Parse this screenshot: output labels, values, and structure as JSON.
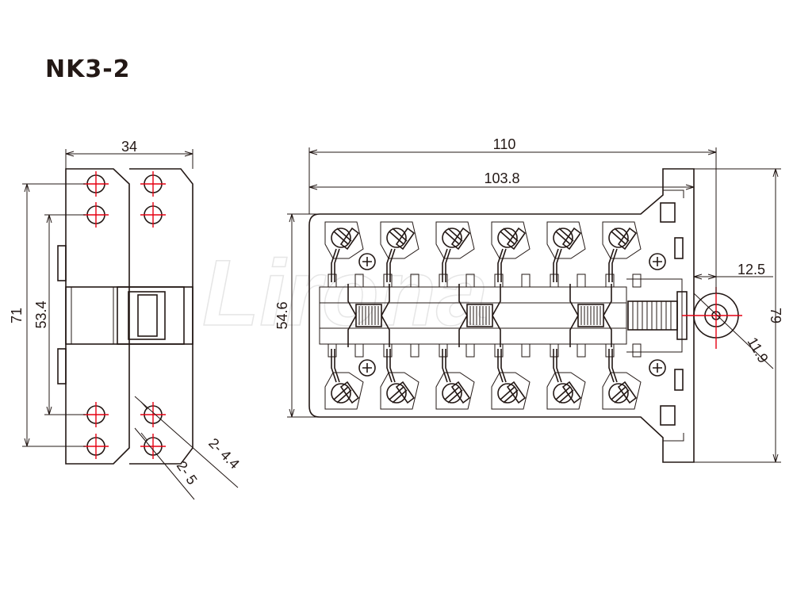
{
  "title": "NK3-2",
  "watermark": "Lirona",
  "colors": {
    "outline": "#231815",
    "hole_center": "#e60012",
    "background": "#ffffff"
  },
  "side_view": {
    "width_label": "34",
    "overall_height_label": "71",
    "hole_spacing_label": "53.4",
    "hole_callout_small": "2- 4.4",
    "hole_callout_large": "2- 5"
  },
  "front_view": {
    "overall_length_label": "110",
    "mounting_length_label": "103.8",
    "height_label": "54.6",
    "shaft_length_label": "12.5",
    "shaft_height_label": "79",
    "knob_diameter_label": "11.9"
  }
}
